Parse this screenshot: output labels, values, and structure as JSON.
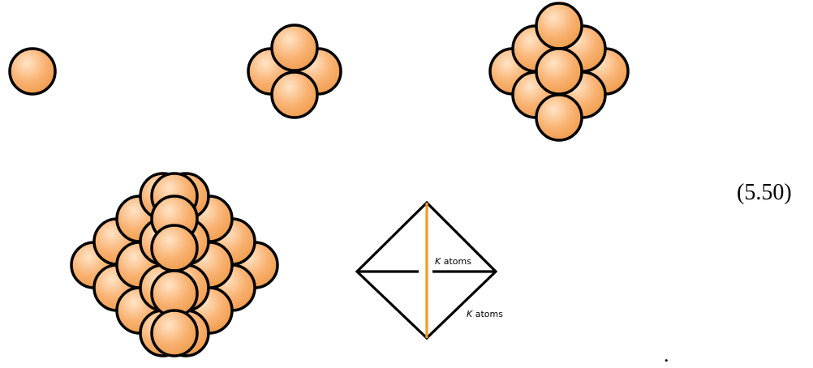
{
  "equation_number": "(5.50)",
  "trailing_punctuation": ".",
  "diagram": {
    "label_upper": {
      "variable": "K",
      "word": "atoms"
    },
    "label_lower": {
      "variable": "K",
      "word": "atoms"
    }
  },
  "colors": {
    "atom_fill": "#F7A95C",
    "atom_highlight": "#FFE4C6",
    "atom_outline": "#000000",
    "hidden_layer": "#8DBA63",
    "edge_line": "#000000",
    "highlight_edge": "#F39A1C"
  }
}
